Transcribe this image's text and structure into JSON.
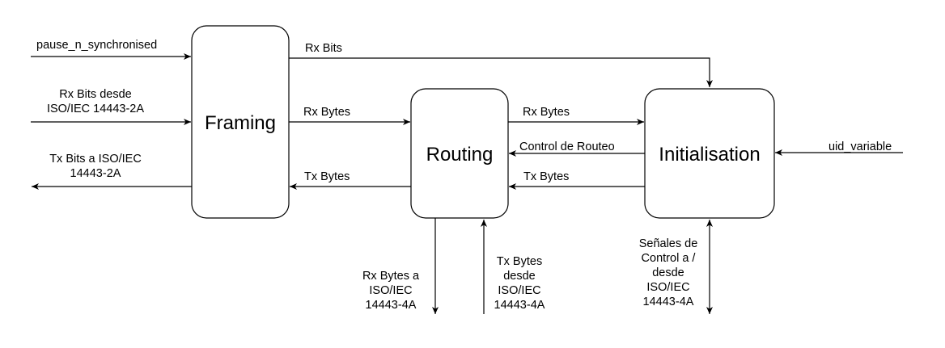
{
  "blocks": {
    "framing": "Framing",
    "routing": "Routing",
    "initialisation": "Initialisation"
  },
  "signals": {
    "pause_in": "pause_n_synchronised",
    "rx_bits_in": [
      "Rx Bits desde",
      "ISO/IEC 14443-2A"
    ],
    "tx_bits_out": [
      "Tx Bits a ISO/IEC",
      "14443-2A"
    ],
    "rx_bits_to_init": "Rx Bits",
    "rx_bytes_framing_routing": "Rx Bytes",
    "tx_bytes_routing_framing": "Tx Bytes",
    "rx_bytes_routing_init": "Rx Bytes",
    "control_routeo": "Control de Routeo",
    "tx_bytes_init_routing": "Tx Bytes",
    "uid_variable": "uid_variable",
    "rx_bytes_out_4a": [
      "Rx Bytes a",
      "ISO/IEC",
      "14443-4A"
    ],
    "tx_bytes_in_4a": [
      "Tx Bytes",
      "desde",
      "ISO/IEC",
      "14443-4A"
    ],
    "control_signals_4a": [
      "Señales de",
      "Control a /",
      "desde",
      "ISO/IEC",
      "14443-4A"
    ]
  }
}
